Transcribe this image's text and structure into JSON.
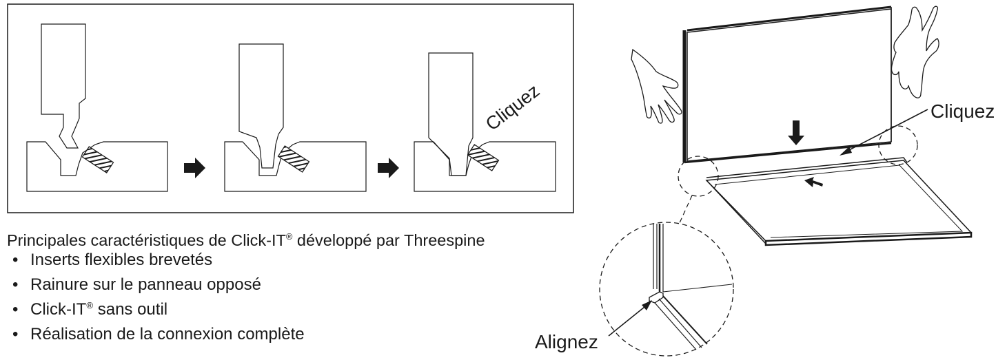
{
  "labels": {
    "click_rotated": "Cliquez",
    "click_right": "Cliquez",
    "align": "Alignez"
  },
  "heading": {
    "before": "Principales caractéristiques de Click-IT",
    "registered": "®",
    "after": " développé par Threespine"
  },
  "features": [
    {
      "bullet": "•",
      "text": "Inserts flexibles brevetés",
      "registered": "",
      "rest": ""
    },
    {
      "bullet": "•",
      "text": "Rainure sur le panneau opposé",
      "registered": "",
      "rest": ""
    },
    {
      "bullet": "•",
      "text": "Click-IT",
      "registered": "®",
      "rest": " sans outil"
    },
    {
      "bullet": "•",
      "text": "Réalisation de la connexion complète",
      "registered": "",
      "rest": ""
    }
  ],
  "colors": {
    "ink": "#1a1a1a",
    "background": "#ffffff"
  },
  "icons": [
    "right-arrow-icon",
    "down-arrow-icon",
    "left-hand-icon",
    "right-hand-icon"
  ]
}
